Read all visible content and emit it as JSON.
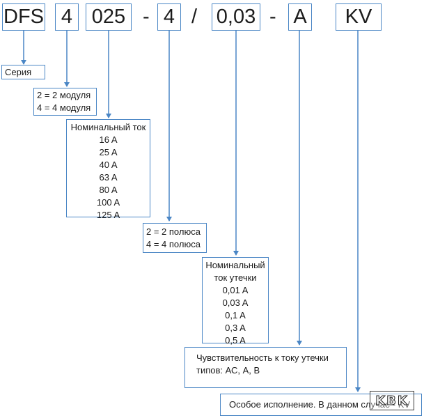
{
  "code": {
    "series": "DFS",
    "modules": "4",
    "current": "025",
    "sep1": "-",
    "poles": "4",
    "sep2": "/",
    "leakage": "0,03",
    "sep3": "-",
    "type": "A",
    "special": "KV"
  },
  "series_box": {
    "label": "Серия"
  },
  "modules_box": {
    "lines": [
      "2 = 2 модуля",
      "4 = 4 модуля"
    ]
  },
  "current_box": {
    "title": "Номинальный ток",
    "values": [
      "16 A",
      "25 A",
      "40 A",
      "63 A",
      "80 A",
      "100 A",
      "125 A"
    ]
  },
  "poles_box": {
    "lines": [
      "2 = 2 полюса",
      "4 = 4 полюса"
    ]
  },
  "leakage_box": {
    "title_lines": [
      "Номинальный",
      "ток утечки"
    ],
    "values": [
      "0,01 A",
      "0,03 A",
      "0,1 A",
      "0,3 A",
      "0,5 A"
    ]
  },
  "sensitivity_box": {
    "lines": [
      "Чувствительность к току утечки",
      "типов:  АС, А, В"
    ]
  },
  "special_box": {
    "text": "Особое исполнение. В данном случае - KV"
  },
  "stamp": {
    "text": "KBK"
  },
  "colors": {
    "accent": "#4a86c5",
    "text": "#1a1a1a"
  }
}
